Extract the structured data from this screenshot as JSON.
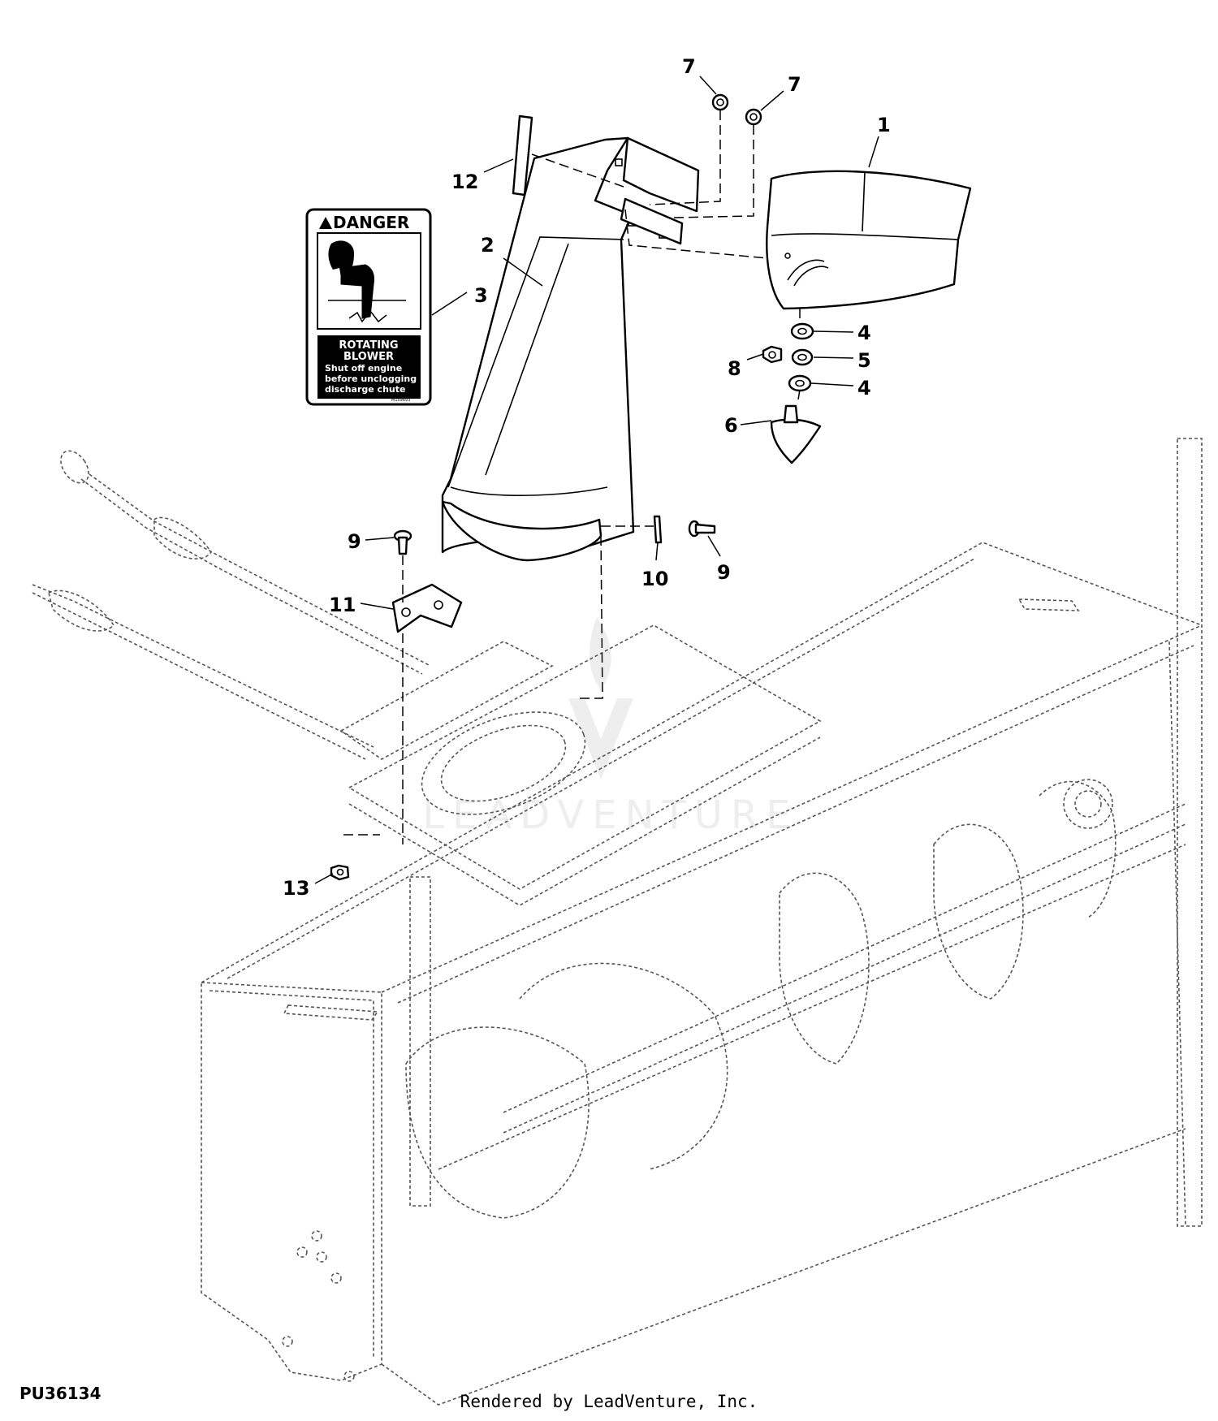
{
  "figure_code": "PU36134",
  "credit": "Rendered by LeadVenture, Inc.",
  "watermark": "LEADVENTURE",
  "decal": {
    "header": "DANGER",
    "lines": [
      "ROTATING",
      "BLOWER",
      "Shut off engine",
      "before unclogging",
      "discharge chute"
    ],
    "part_no": "M159693"
  },
  "callouts": [
    {
      "label": "1"
    },
    {
      "label": "2"
    },
    {
      "label": "3"
    },
    {
      "label": "4"
    },
    {
      "label": "4"
    },
    {
      "label": "5"
    },
    {
      "label": "6"
    },
    {
      "label": "7"
    },
    {
      "label": "7"
    },
    {
      "label": "8"
    },
    {
      "label": "9"
    },
    {
      "label": "9"
    },
    {
      "label": "10"
    },
    {
      "label": "11"
    },
    {
      "label": "12"
    },
    {
      "label": "13"
    }
  ]
}
